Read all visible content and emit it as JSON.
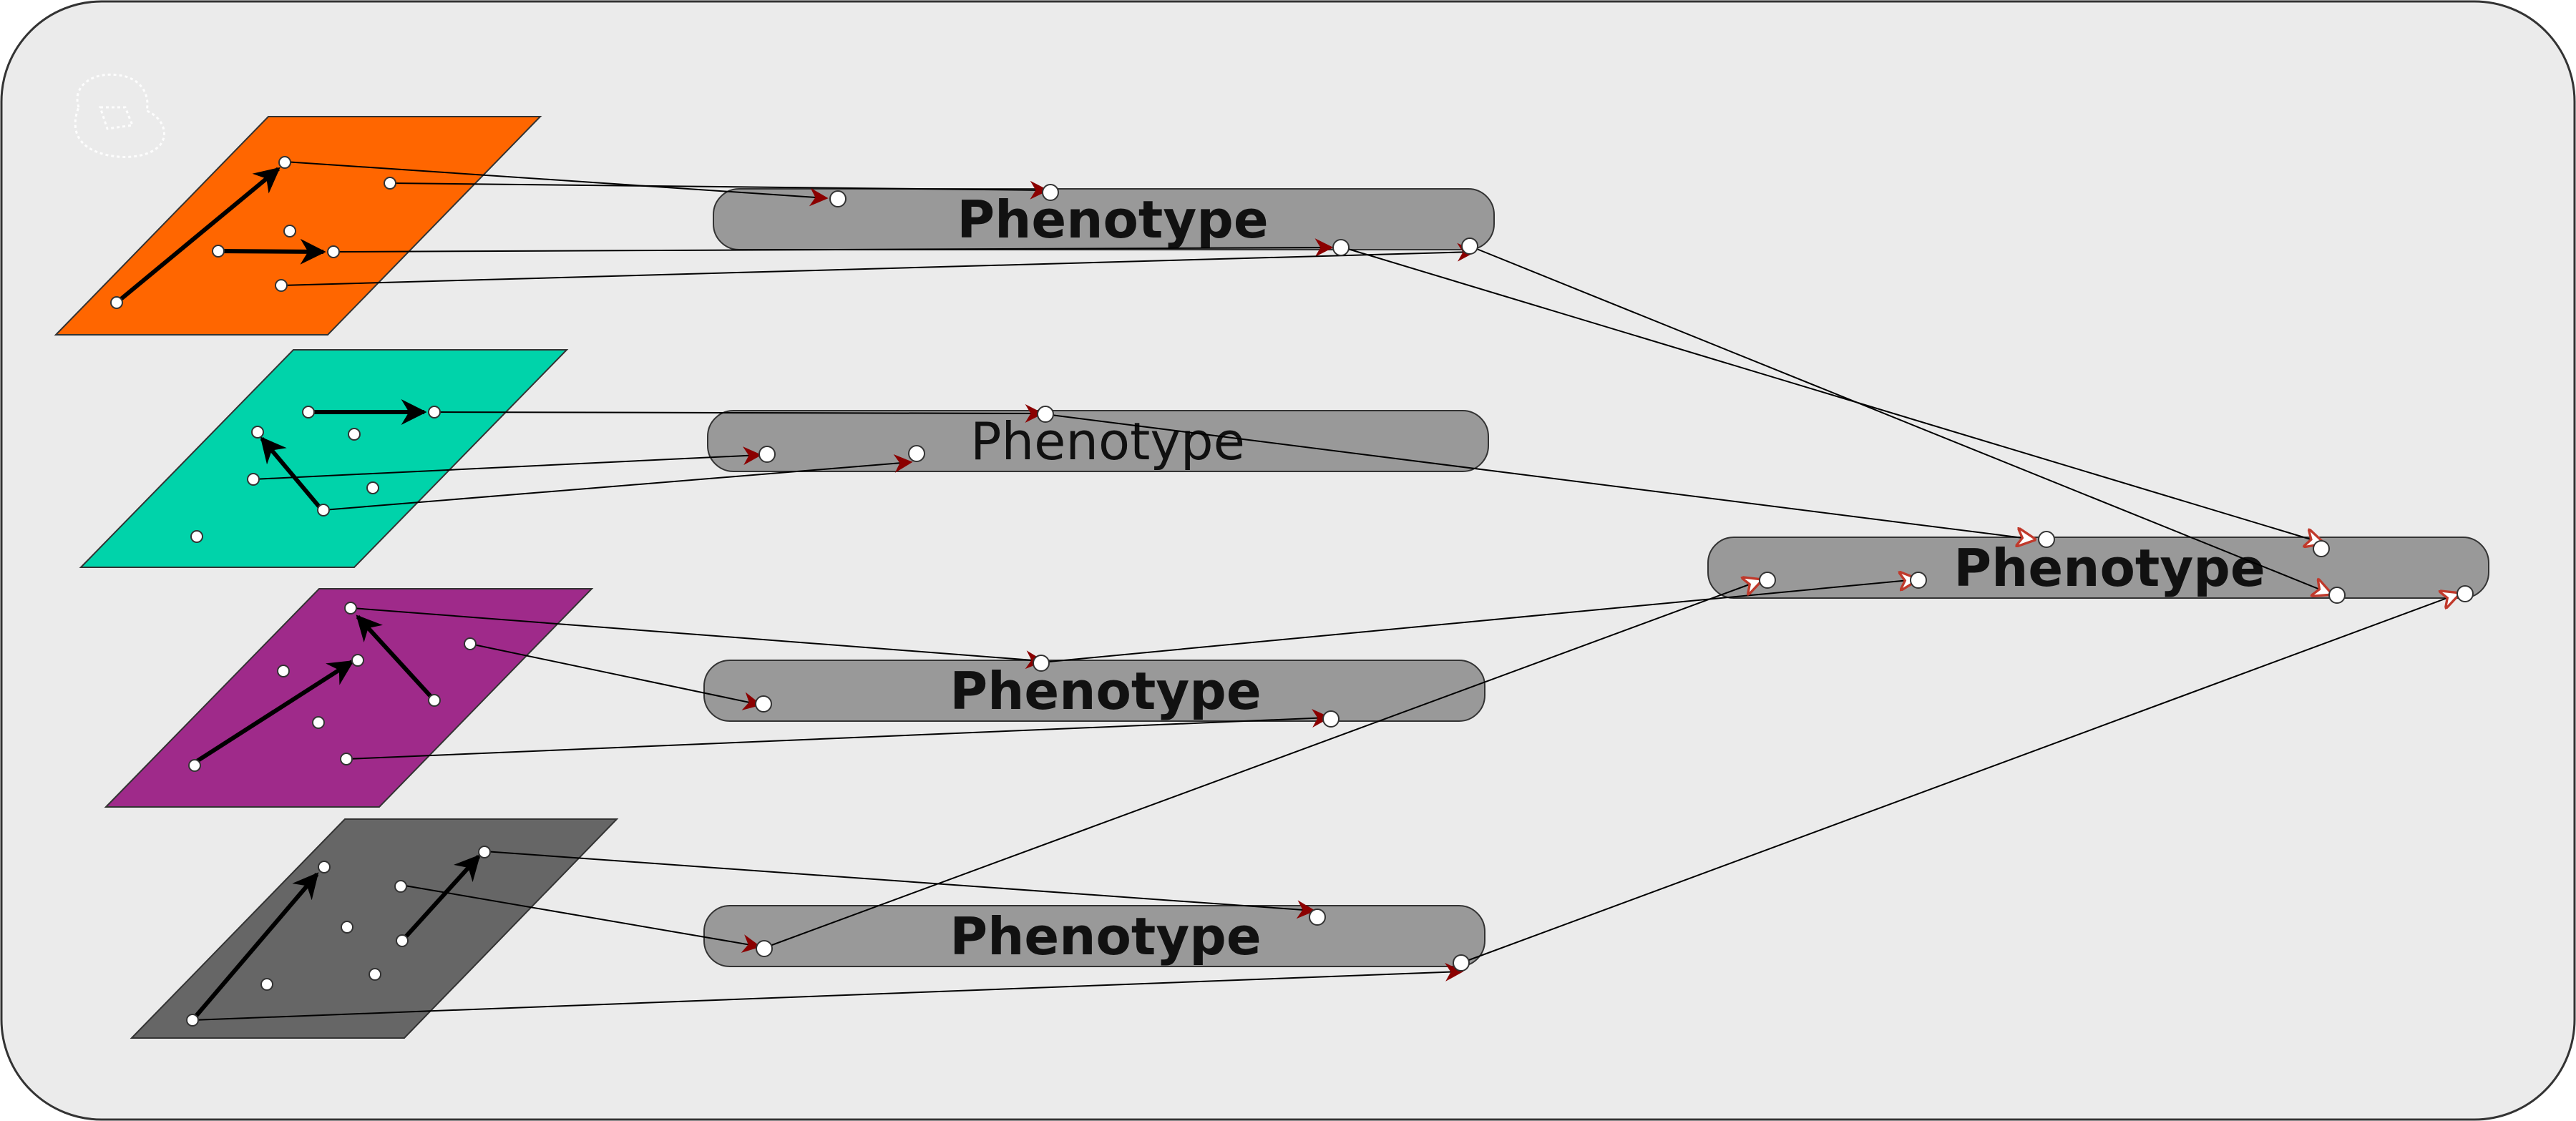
{
  "diagram": {
    "colors": {
      "background": "#ebebeb",
      "border": "#333333",
      "phenotype_box": "#999999",
      "layer_1": "#ff6600",
      "layer_2": "#00d3aa",
      "layer_3": "#9f2a8a",
      "layer_4": "#666666",
      "arrow_head": "#8b0000",
      "node": "#ffffff"
    },
    "layers": [
      {
        "id": "layer-1",
        "color_key": "layer_1"
      },
      {
        "id": "layer-2",
        "color_key": "layer_2"
      },
      {
        "id": "layer-3",
        "color_key": "layer_3"
      },
      {
        "id": "layer-4",
        "color_key": "layer_4"
      }
    ],
    "phenotypes": [
      {
        "id": "phenotype-1",
        "label": "Phenotype"
      },
      {
        "id": "phenotype-2",
        "label": "Phenotype"
      },
      {
        "id": "phenotype-3",
        "label": "Phenotype"
      },
      {
        "id": "phenotype-4",
        "label": "Phenotype"
      },
      {
        "id": "phenotype-combined",
        "label": "Phenotype"
      }
    ]
  }
}
